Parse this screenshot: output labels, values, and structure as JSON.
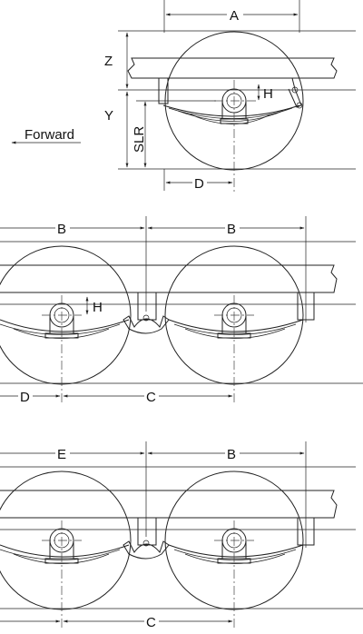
{
  "labels": {
    "A": "A",
    "Z": "Z",
    "Y": "Y",
    "H": "H",
    "SLR": "SLR",
    "forward": "Forward",
    "D": "D",
    "B": "B",
    "C": "C",
    "E": "E"
  },
  "colors": {
    "line": "#222222",
    "background": "#ffffff"
  }
}
